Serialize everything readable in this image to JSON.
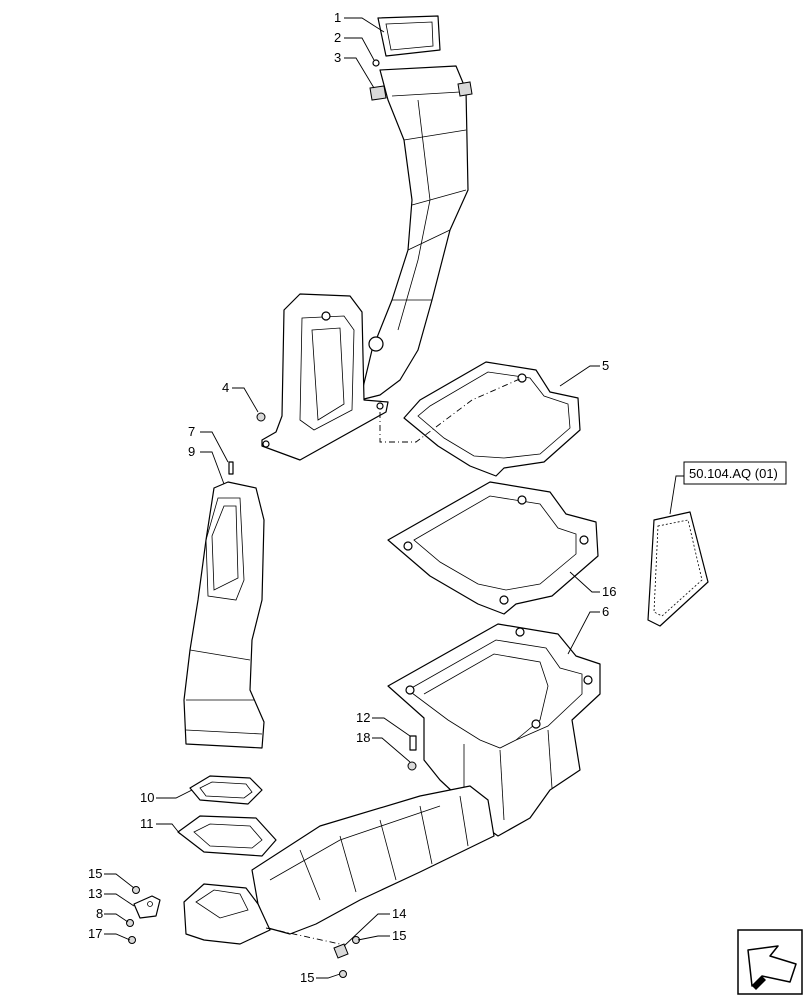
{
  "callouts": [
    {
      "id": "c1",
      "label": "1"
    },
    {
      "id": "c2",
      "label": "2"
    },
    {
      "id": "c3",
      "label": "3"
    },
    {
      "id": "c4",
      "label": "4"
    },
    {
      "id": "c5",
      "label": "5"
    },
    {
      "id": "c6",
      "label": "6"
    },
    {
      "id": "c7",
      "label": "7"
    },
    {
      "id": "c8",
      "label": "8"
    },
    {
      "id": "c9",
      "label": "9"
    },
    {
      "id": "c10",
      "label": "10"
    },
    {
      "id": "c11",
      "label": "11"
    },
    {
      "id": "c12",
      "label": "12"
    },
    {
      "id": "c13",
      "label": "13"
    },
    {
      "id": "c14",
      "label": "14"
    },
    {
      "id": "c15a",
      "label": "15"
    },
    {
      "id": "c15b",
      "label": "15"
    },
    {
      "id": "c15c",
      "label": "15"
    },
    {
      "id": "c16",
      "label": "16"
    },
    {
      "id": "c17",
      "label": "17"
    },
    {
      "id": "c18",
      "label": "18"
    }
  ],
  "reference_box": {
    "label": "50.104.AQ (01)"
  },
  "icons": {
    "navigation": "back-arrow-icon"
  }
}
